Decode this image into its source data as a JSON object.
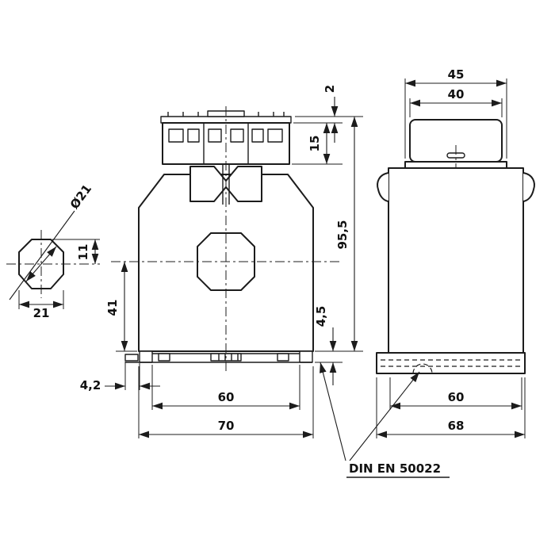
{
  "page": {
    "background": "#ffffff",
    "line_color": "#1c1c1c"
  },
  "front_view": {
    "dim_plate_thickness": "2",
    "dim_terminal_height": "15",
    "dim_overall_height": "95,5",
    "dim_rail_depth": "4,5",
    "dim_latch_travel": "4,2",
    "dim_center_to_base": "41",
    "dim_rail_span": "60",
    "dim_overall_width": "70"
  },
  "side_view": {
    "dim_flange_width": "45",
    "dim_block_width": "40",
    "dim_rail_span": "60",
    "dim_foot_width": "68"
  },
  "window_section": {
    "dim_diagonal": "Ø21",
    "dim_center_offset": "11",
    "dim_width": "21"
  },
  "leader": {
    "rail_standard": "DIN EN 50022"
  }
}
